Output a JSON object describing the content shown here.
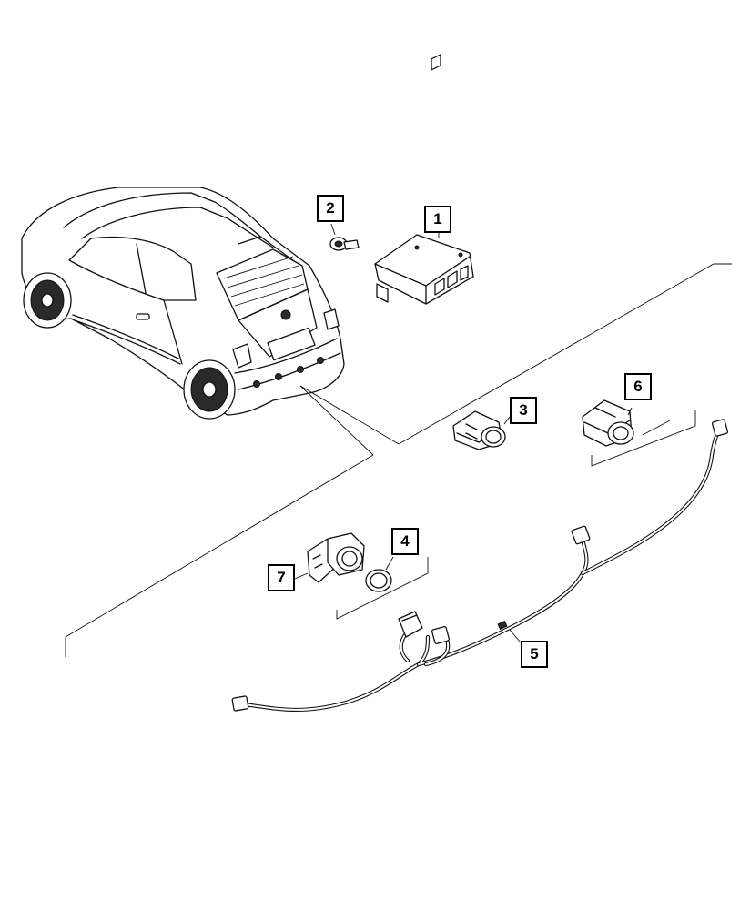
{
  "callouts": [
    {
      "id": "callout-1",
      "label": "1"
    },
    {
      "id": "callout-2",
      "label": "2"
    },
    {
      "id": "callout-3",
      "label": "3"
    },
    {
      "id": "callout-4",
      "label": "4"
    },
    {
      "id": "callout-5",
      "label": "5"
    },
    {
      "id": "callout-6",
      "label": "6"
    },
    {
      "id": "callout-7",
      "label": "7"
    }
  ],
  "colors": {
    "line": "#111111",
    "background": "#ffffff"
  }
}
